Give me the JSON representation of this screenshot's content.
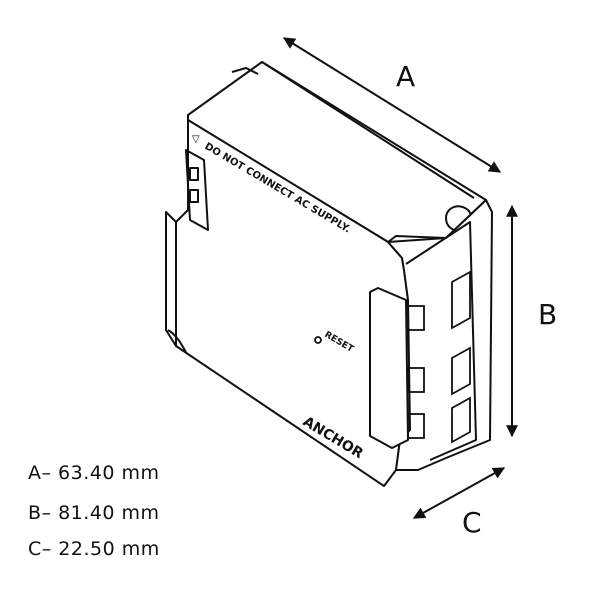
{
  "labels": {
    "dim_a": "A",
    "dim_b": "B",
    "dim_c": "C"
  },
  "device": {
    "warning": "DO NOT CONNECT AC SUPPLY.",
    "reset": "RESET",
    "brand": "ANCHOR",
    "warning_symbol": "▽"
  },
  "specs": [
    {
      "text": "A– 63.40 mm"
    },
    {
      "text": "B– 81.40 mm"
    },
    {
      "text": "C– 22.50 mm"
    }
  ],
  "colors": {
    "line": "#111111",
    "fill": "#ffffff"
  }
}
